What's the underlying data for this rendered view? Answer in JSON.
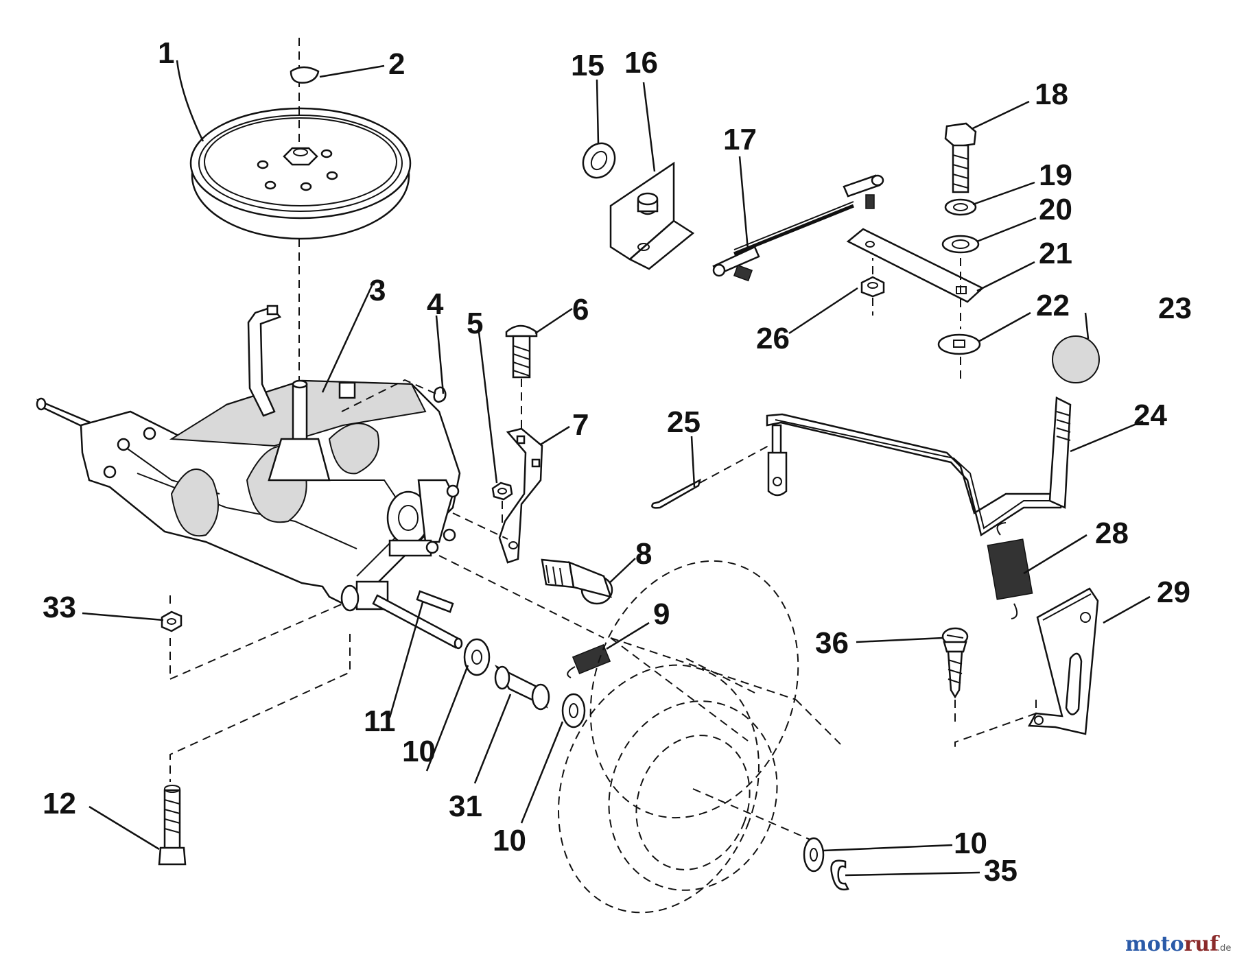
{
  "callouts": {
    "c1": "1",
    "c2": "2",
    "c3": "3",
    "c4": "4",
    "c5": "5",
    "c6": "6",
    "c7": "7",
    "c8": "8",
    "c9": "9",
    "c10a": "10",
    "c10b": "10",
    "c10c": "10",
    "c11": "11",
    "c12": "12",
    "c15": "15",
    "c16": "16",
    "c17": "17",
    "c18": "18",
    "c19": "19",
    "c20": "20",
    "c21": "21",
    "c22": "22",
    "c23": "23",
    "c24": "24",
    "c25": "25",
    "c26": "26",
    "c28": "28",
    "c29": "29",
    "c31": "31",
    "c33": "33",
    "c35": "35",
    "c36": "36"
  },
  "watermark": {
    "brand_a": "moto",
    "brand_b": "ruf",
    "suffix": ".de",
    "color_a": "#2a5aa8",
    "color_b": "#8a2a2a"
  }
}
